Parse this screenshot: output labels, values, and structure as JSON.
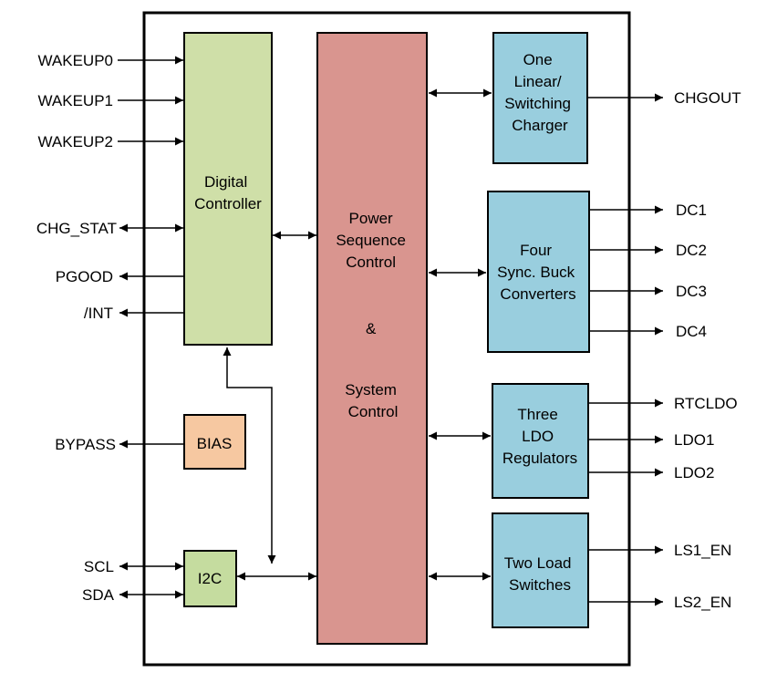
{
  "colors": {
    "digital_controller": "#cfdfa8",
    "power_sequence": "#d9958f",
    "accent_blue": "#99cede",
    "bias": "#f6c8a1",
    "i2c": "#c5dc9f",
    "border": "#000000"
  },
  "blocks": {
    "digital_controller": [
      "Digital",
      "Controller"
    ],
    "power_sequence": {
      "top": [
        "Power",
        "Sequence",
        "Control"
      ],
      "amp": "&",
      "bottom": [
        "System",
        "Control"
      ]
    },
    "charger": [
      "One",
      "Linear/",
      "Switching",
      "Charger"
    ],
    "buck": [
      "Four",
      "Sync. Buck",
      "Converters"
    ],
    "ldo": [
      "Three",
      "LDO",
      "Regulators"
    ],
    "switches": [
      "Two Load",
      "Switches"
    ],
    "bias": "BIAS",
    "i2c": "I2C"
  },
  "pins": {
    "left": {
      "wakeup0": "WAKEUP0",
      "wakeup1": "WAKEUP1",
      "wakeup2": "WAKEUP2",
      "chg_stat": "CHG_STAT",
      "pgood": "PGOOD",
      "int": "/INT",
      "bypass": "BYPASS",
      "scl": "SCL",
      "sda": "SDA"
    },
    "right": {
      "chgout": "CHGOUT",
      "dc1": "DC1",
      "dc2": "DC2",
      "dc3": "DC3",
      "dc4": "DC4",
      "rtcldo": "RTCLDO",
      "ldo1": "LDO1",
      "ldo2": "LDO2",
      "ls1_en": "LS1_EN",
      "ls2_en": "LS2_EN"
    }
  }
}
